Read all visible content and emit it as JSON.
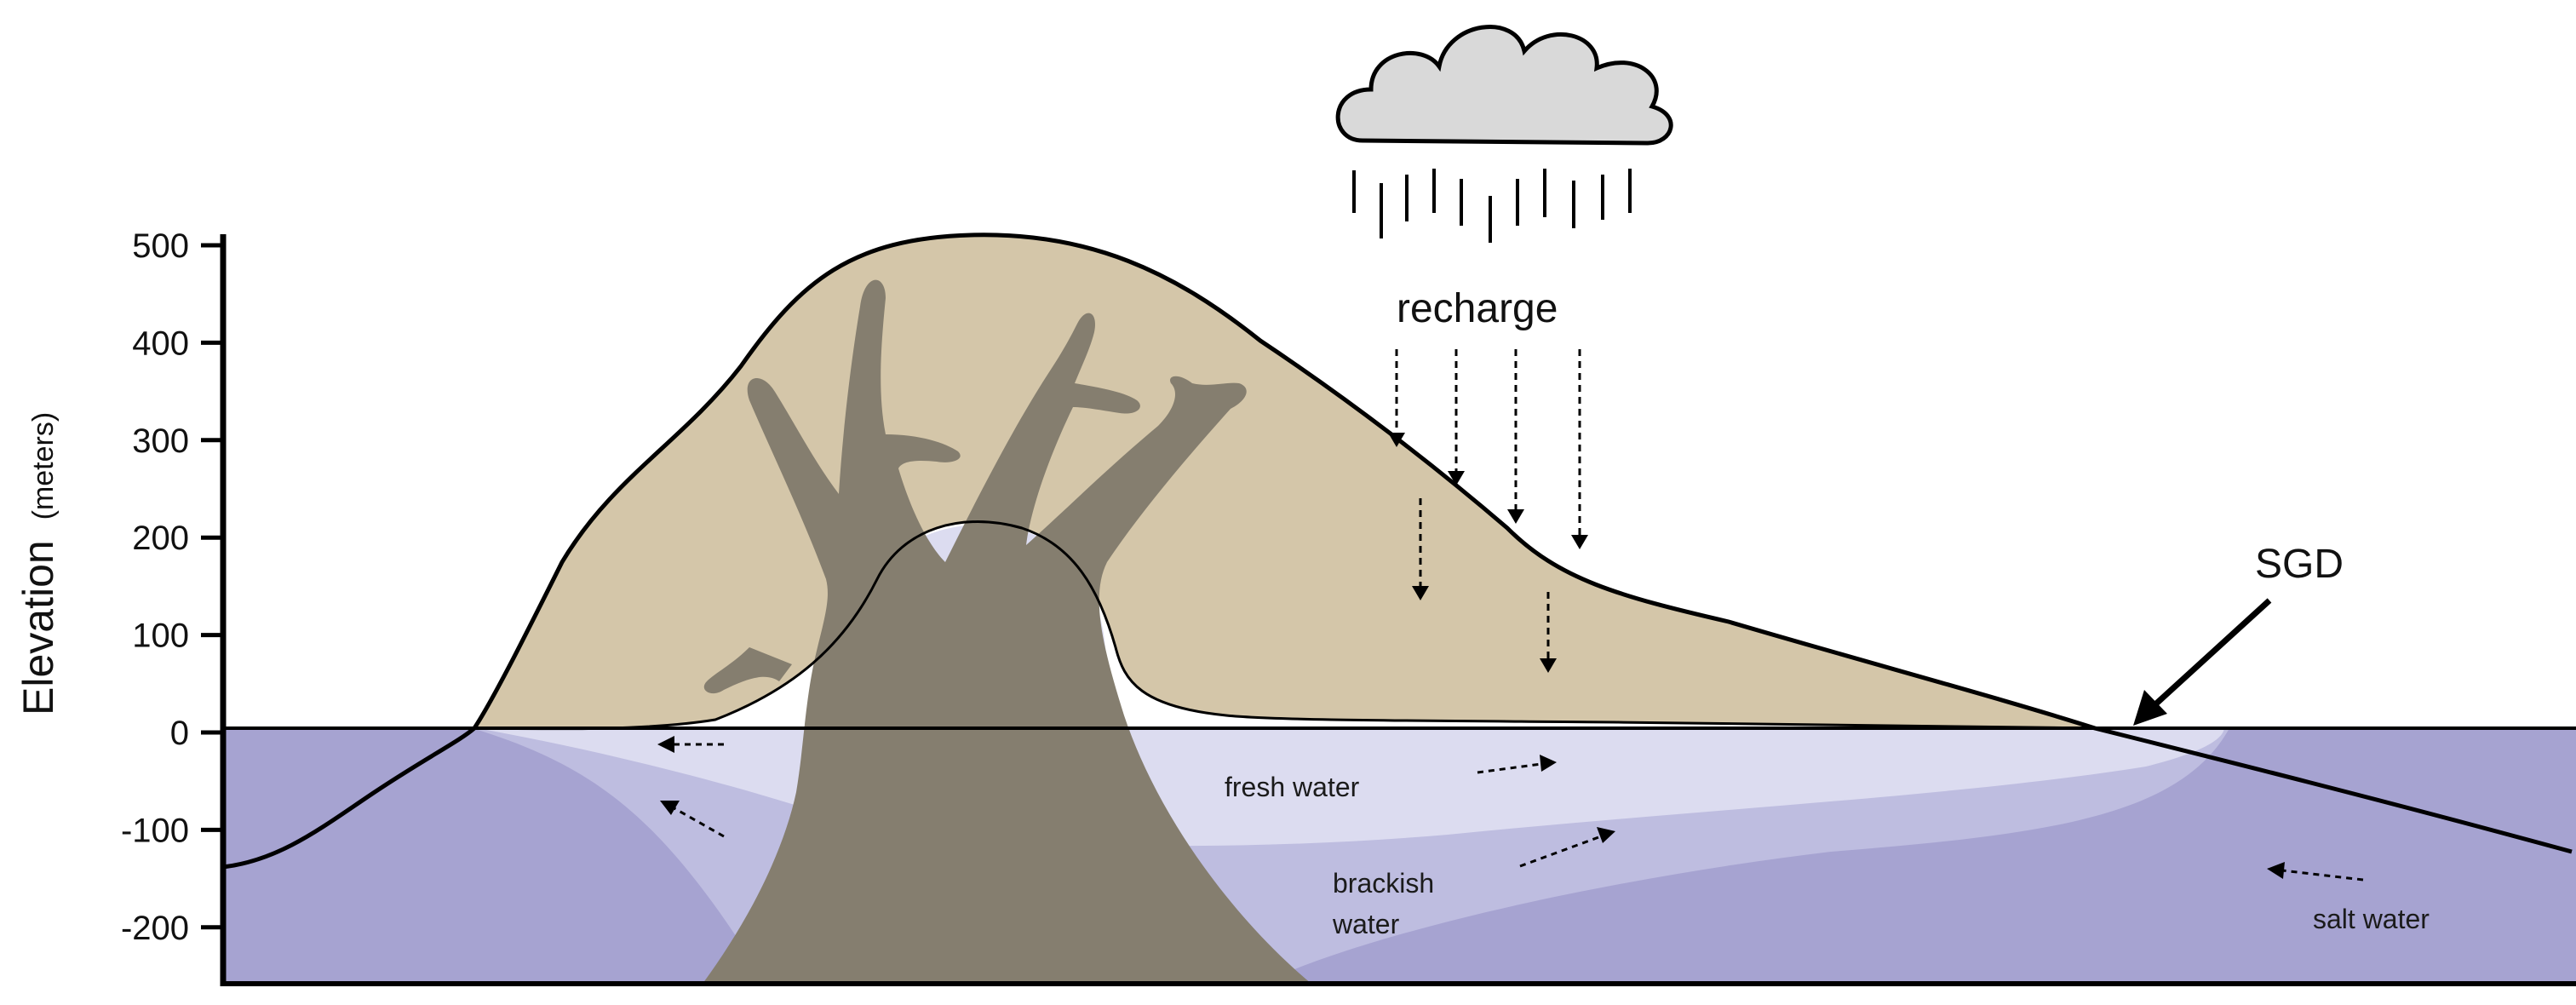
{
  "axis": {
    "title": "Elevation",
    "unit": "(meters)",
    "ticks": [
      "500",
      "400",
      "300",
      "200",
      "100",
      "0",
      "-100",
      "-200"
    ]
  },
  "labels": {
    "recharge": "recharge",
    "sgd": "SGD",
    "fresh_water": "fresh water",
    "brackish_1": "brackish",
    "brackish_2": "water",
    "salt_water": "salt water"
  },
  "icons": {
    "cloud": "rain-cloud-icon"
  },
  "colors": {
    "land": "#d4c6a9",
    "volcanic_rock": "#857e6f",
    "salt_water": "#a6a3d1",
    "brackish_water": "#bebde0",
    "fresh_water": "#dcdcf0",
    "cloud": "#d9d9d9"
  }
}
